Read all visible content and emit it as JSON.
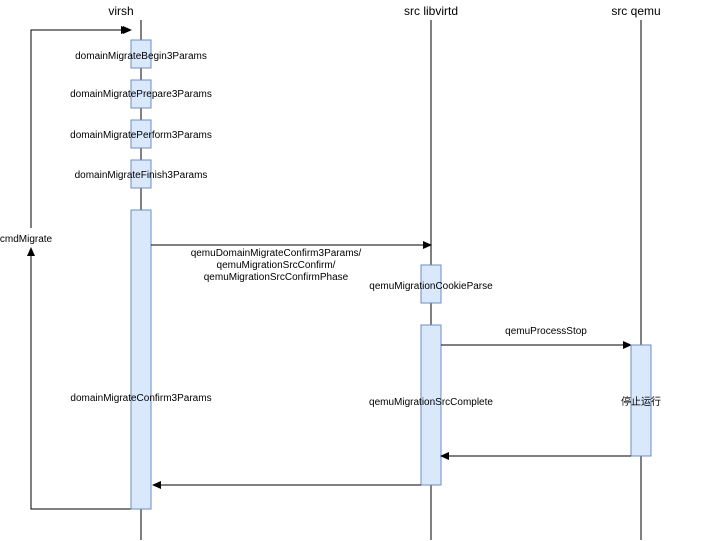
{
  "participants": {
    "virsh": "virsh",
    "libvirtd": "src libvirtd",
    "qemu": "src qemu"
  },
  "calls": {
    "begin": "domainMigrateBegin3Params",
    "prepare": "domainMigratePrepare3Params",
    "perform": "domainMigratePerform3Params",
    "finish": "domainMigrateFinish3Params",
    "confirm": "domainMigrateConfirm3Params",
    "cmd": "cmdMigrate",
    "confirm_msg_1": "qemuDomainMigrateConfirm3Params/",
    "confirm_msg_2": "qemuMigrationSrcConfirm/",
    "confirm_msg_3": "qemuMigrationSrcConfirmPhase",
    "cookie_parse": "qemuMigrationCookieParse",
    "src_complete": "qemuMigrationSrcComplete",
    "process_stop": "qemuProcessStop",
    "stop_running": "停止运行"
  },
  "colors": {
    "activation_fill": "#dae8fc",
    "activation_stroke": "#6c8ebf",
    "line": "#000000"
  }
}
